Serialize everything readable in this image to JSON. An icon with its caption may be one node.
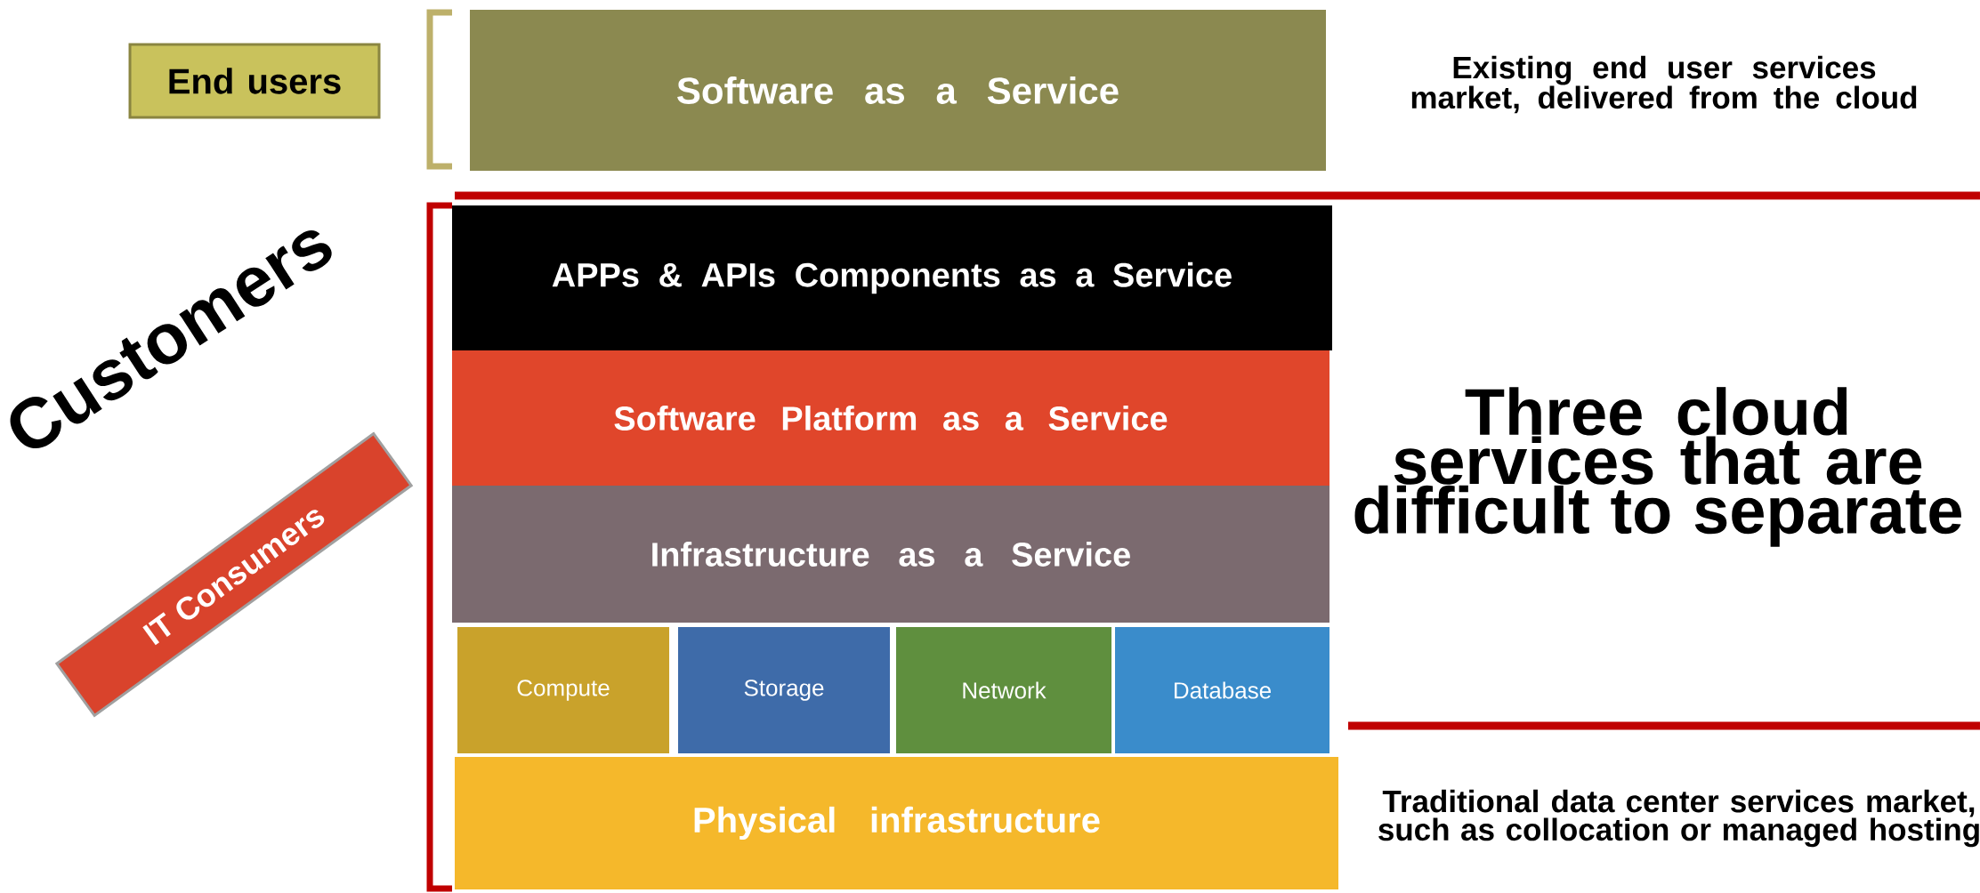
{
  "diagram": {
    "nodes": [
      {
        "text": [
          "End users"
        ]
      },
      {
        "text": [
          "Software as a Service"
        ]
      },
      {
        "text": [
          "IT Consumers"
        ]
      },
      {
        "text": [
          "APPs & APIs Components as a Service"
        ]
      },
      {
        "text": [
          "Software Platform as a Service"
        ]
      },
      {
        "text": [
          "Infrastructure as a Service"
        ]
      },
      {
        "text": [
          "Compute"
        ]
      },
      {
        "text": [
          "Storage"
        ]
      },
      {
        "text": [
          "Network"
        ]
      },
      {
        "text": [
          "Database"
        ]
      },
      {
        "text": [
          "Physical infrastructure"
        ]
      }
    ],
    "edges": [],
    "labels": [
      "Existing end user services market, delivered from the cloud",
      "Customers",
      "Three cloud services that are difficult to separate",
      "Traditional data center services market, such as collocation or managed hosting"
    ]
  }
}
